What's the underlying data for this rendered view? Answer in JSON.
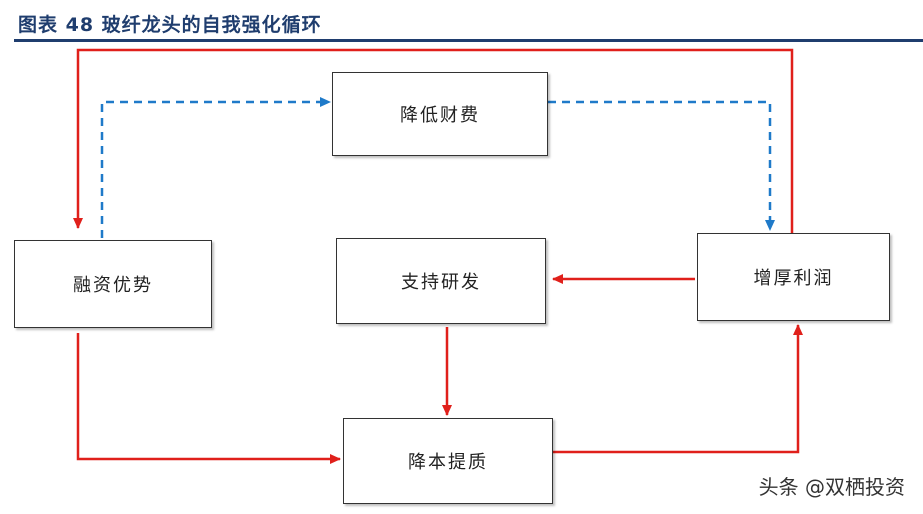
{
  "figure": {
    "title": "图表 48   玻纤龙头的自我强化循环"
  },
  "nodes": {
    "reduce_expenses": "降低财费",
    "financing_advantage": "融资优势",
    "support_rd": "支持研发",
    "increase_profit": "增厚利润",
    "reduce_cost_improve_quality": "降本提质"
  },
  "colors": {
    "solid_arrow": "#e0201b",
    "dashed_arrow": "#1f7ac9",
    "title": "#1f3d6e"
  },
  "watermark": "头条 @双栖投资"
}
